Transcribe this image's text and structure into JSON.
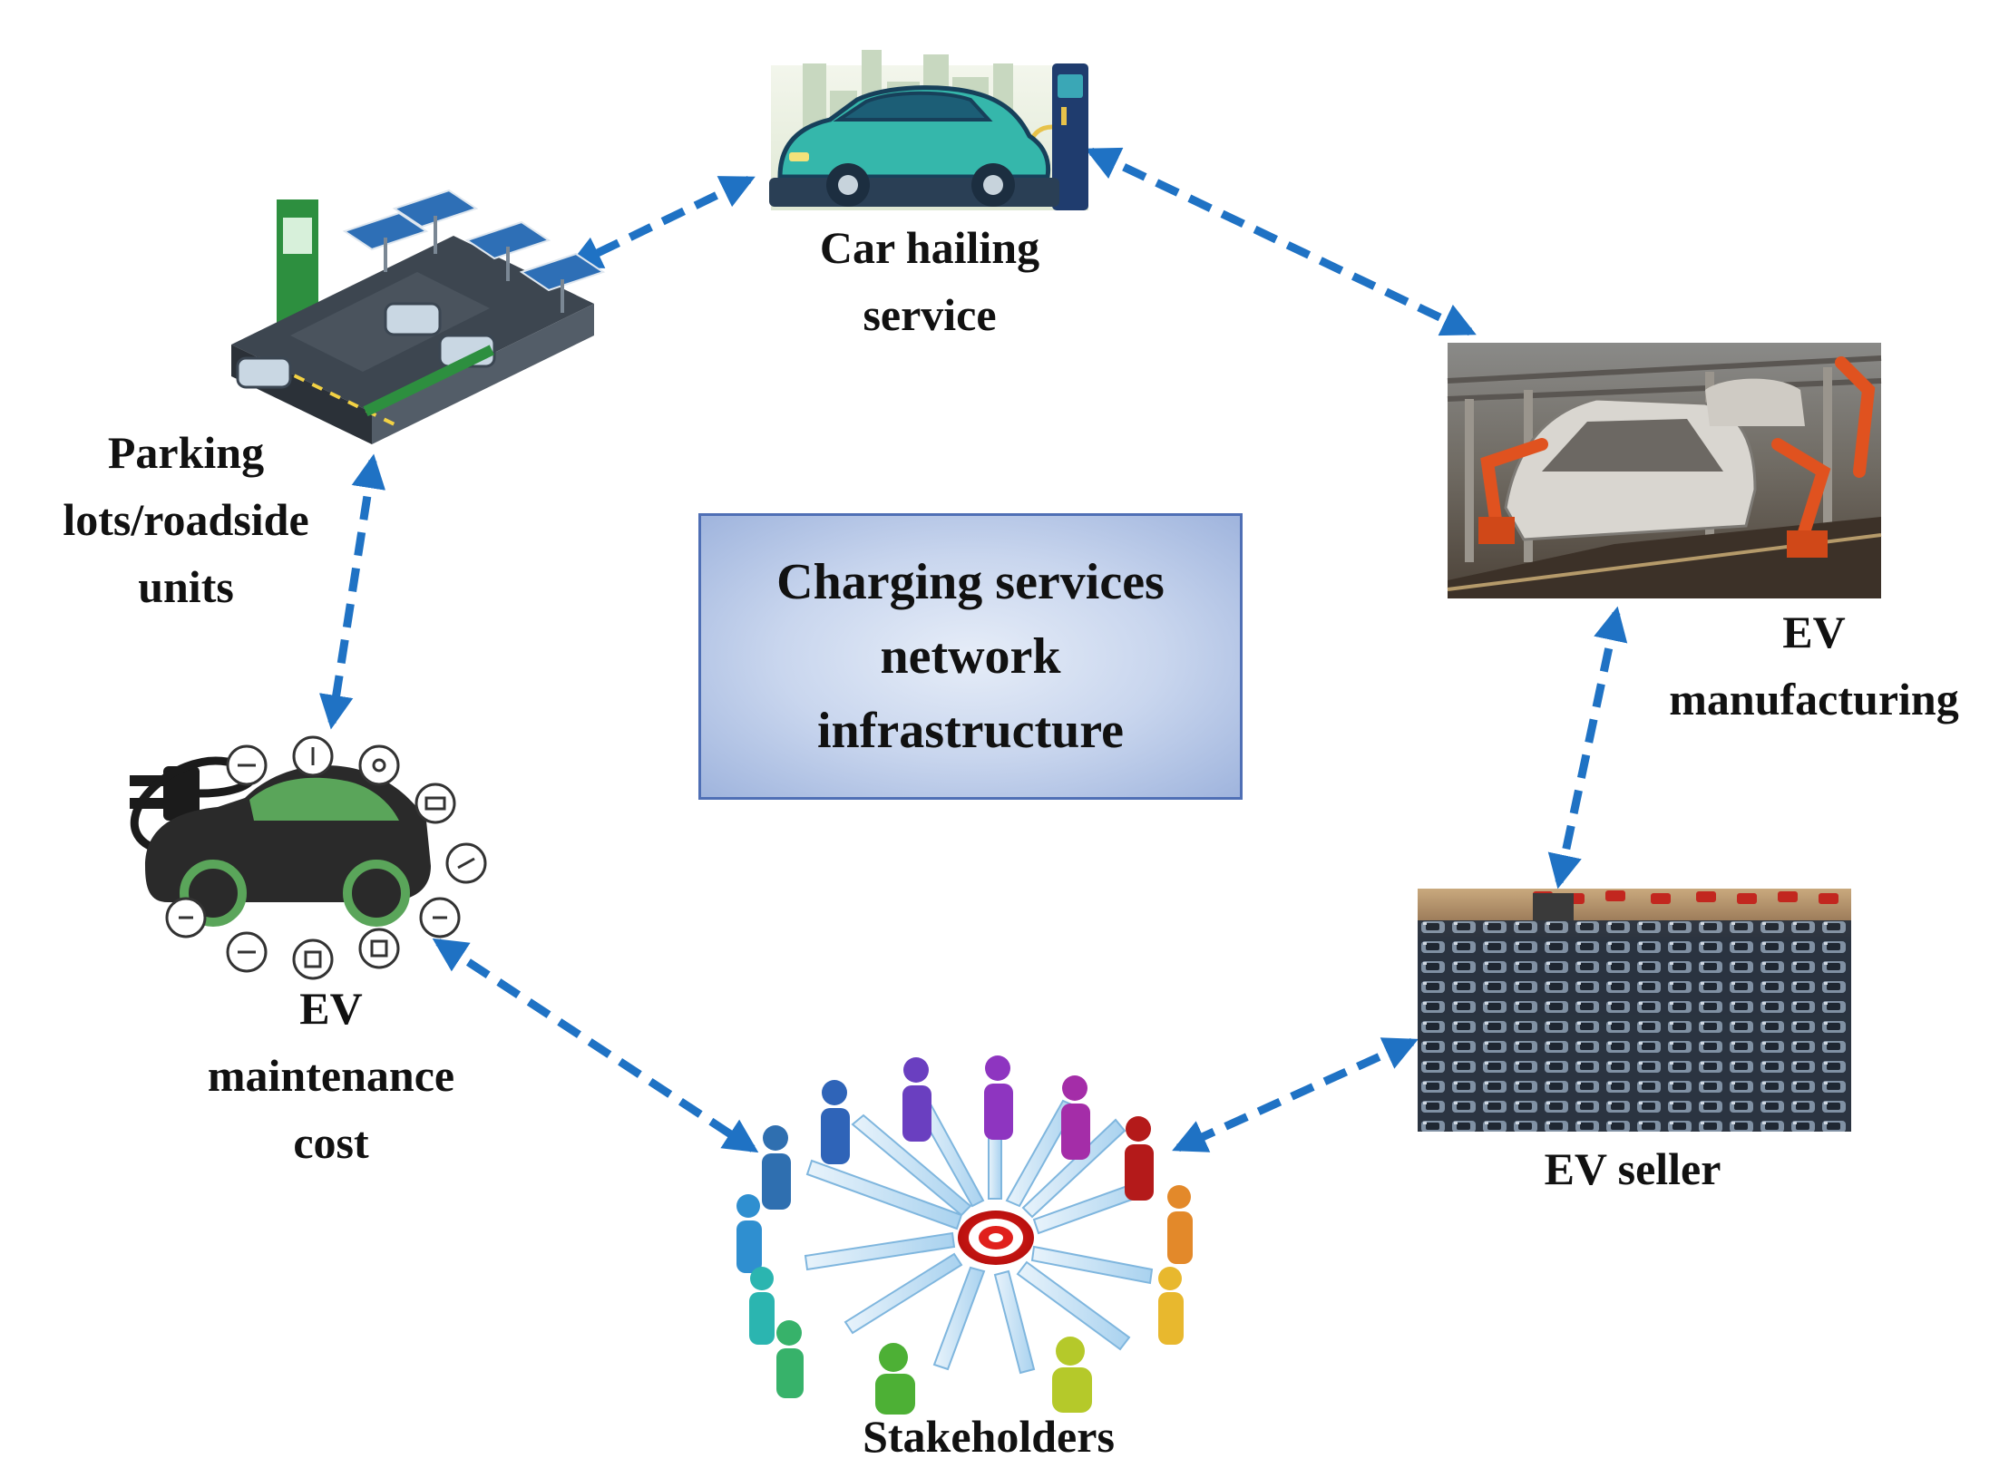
{
  "center": {
    "lines": [
      "Charging services",
      "network",
      "infrastructure"
    ]
  },
  "nodes": {
    "car_hailing": {
      "lines": [
        "Car hailing",
        "service"
      ]
    },
    "ev_manufacturing": {
      "lines": [
        "EV",
        "manufacturing"
      ]
    },
    "ev_seller": {
      "lines": [
        "EV seller"
      ]
    },
    "stakeholders": {
      "lines": [
        "Stakeholders"
      ]
    },
    "ev_maintenance": {
      "lines": [
        "EV",
        "maintenance",
        "cost"
      ]
    },
    "parking": {
      "lines": [
        "Parking",
        "lots/roadside",
        "units"
      ]
    }
  },
  "colors": {
    "arrow": "#1f72c4",
    "box_border": "#4f6fb5",
    "box_fill": "#c9d6ee",
    "text": "#111111"
  }
}
